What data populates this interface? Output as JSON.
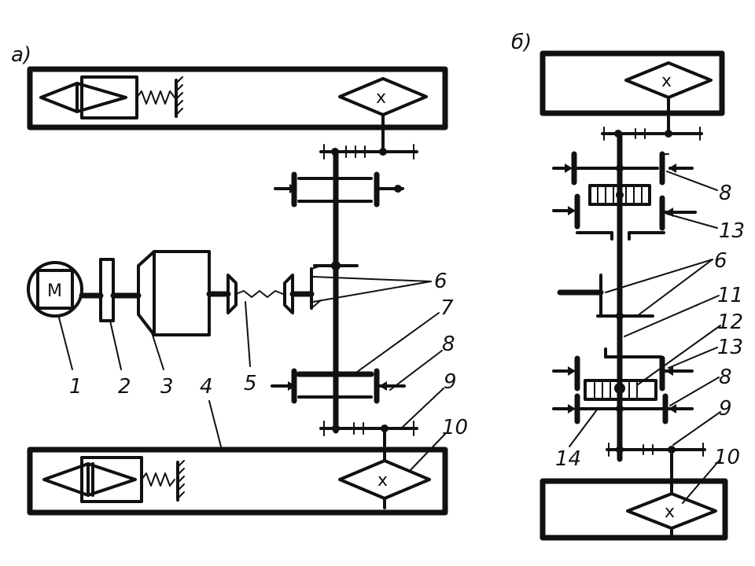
{
  "diagram": {
    "panel_a": {
      "tag": "а)",
      "motor_symbol": "M",
      "cross_symbol": "x",
      "callouts": [
        "1",
        "2",
        "3",
        "4",
        "5",
        "6",
        "7",
        "8",
        "9",
        "10"
      ]
    },
    "panel_b": {
      "tag": "б)",
      "cross_symbol": "x",
      "callouts": [
        "8",
        "13",
        "6",
        "11",
        "12",
        "13",
        "8",
        "9",
        "10",
        "14"
      ]
    }
  }
}
